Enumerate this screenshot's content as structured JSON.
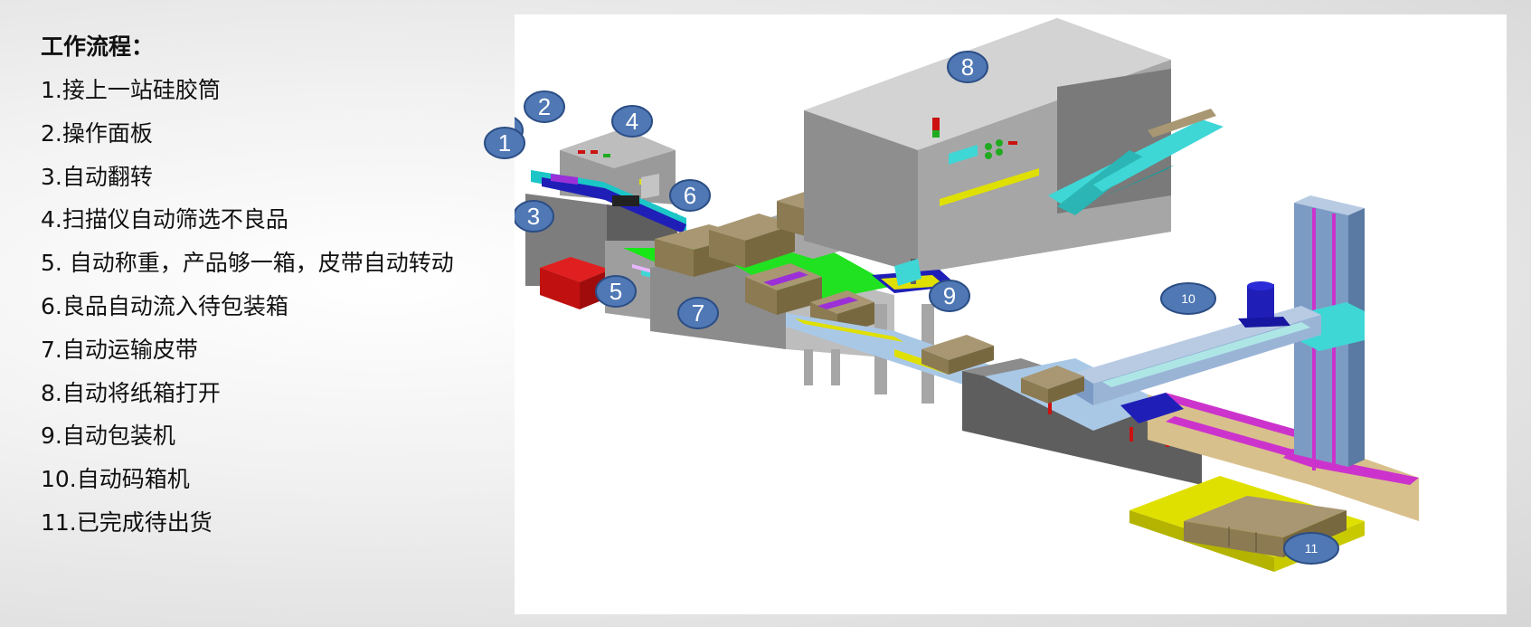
{
  "process": {
    "title": "工作流程：",
    "steps": [
      "1.接上一站硅胶筒",
      "2.操作面板",
      "3.自动翻转",
      "4.扫描仪自动筛选不良品",
      "5. 自动称重，产品够一箱，皮带自动转动",
      "6.良品自动流入待包装箱",
      "7.自动运输皮带",
      "8.自动将纸箱打开",
      "9.自动包装机",
      "10.自动码箱机",
      "11.已完成待出货"
    ]
  },
  "diagram": {
    "markers": [
      "1",
      "2",
      "3",
      "4",
      "5",
      "6",
      "7",
      "8",
      "9",
      "10",
      "11"
    ]
  },
  "colors": {
    "marker_fill": "#4f78b5",
    "marker_stroke": "#2b4d84",
    "machine_gray": "#a6a6a6",
    "box_brown": "#8b7a52",
    "conveyor_blue": "#a9c8e6",
    "belt_green": "#19e619",
    "pallet_yellow": "#d9d900",
    "reject_red": "#cc1111",
    "robot_frame": "#7c9bc4",
    "robot_accent": "#cc33cc",
    "cyan": "#3fd6d6"
  }
}
